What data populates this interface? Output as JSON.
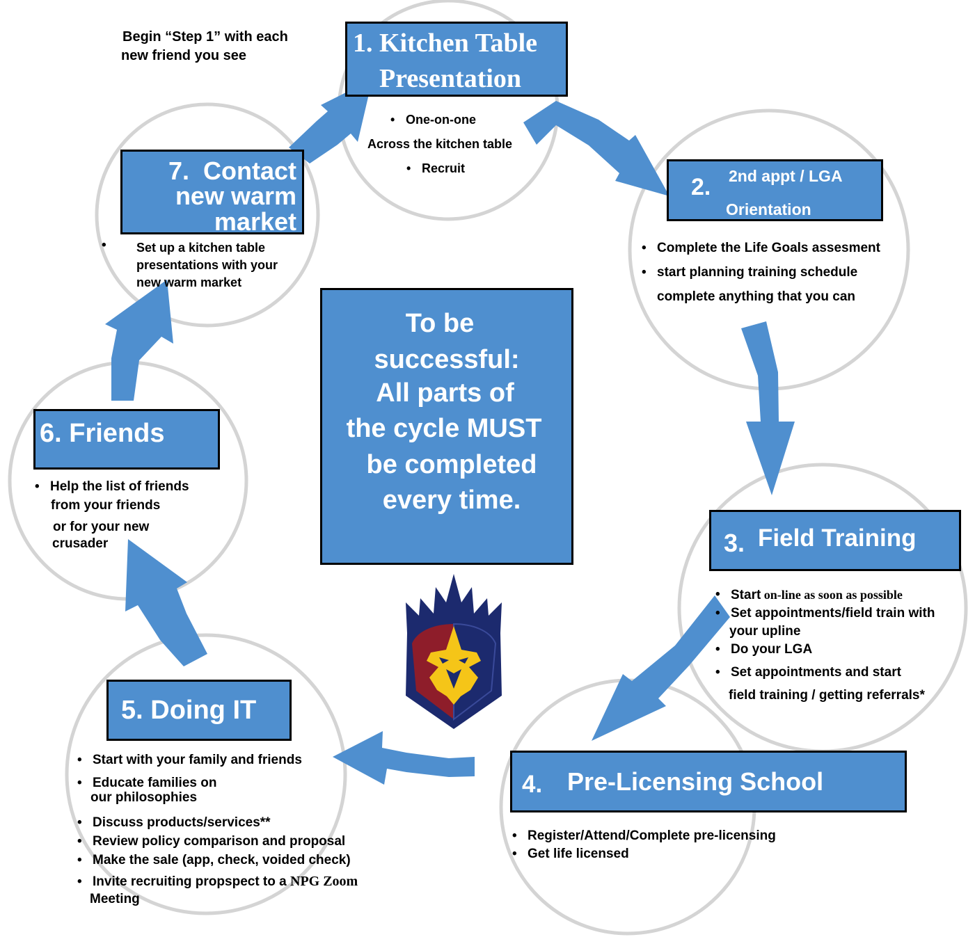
{
  "intro_note": [
    "Begin “Step 1” with each",
    "new  friend you see"
  ],
  "center_message": [
    "To be",
    "successful:",
    "All parts of",
    "the cycle MUST",
    "be completed",
    "every time."
  ],
  "logo_icon": "lion-crest-shield",
  "colors": {
    "box_blue": "#4f8fcf",
    "arrow_blue": "#4f8fcf",
    "circle_gray": "#d4d4d4",
    "logo_navy": "#1c2a6e",
    "logo_red": "#8e1d2a",
    "logo_gold": "#f5c518"
  },
  "steps": {
    "step1": {
      "title_lines": [
        "1. Kitchen Table",
        "Presentation"
      ],
      "items": [
        "One-on-one",
        "Across the  kitchen table",
        "Recruit"
      ]
    },
    "step2": {
      "num": "2.",
      "title_lines": [
        "2nd appt / LGA",
        "Orientation"
      ],
      "items": [
        "Complete the Life Goals assesment",
        "start planning training schedule",
        "complete anything that you can"
      ]
    },
    "step3": {
      "num": "3.",
      "title": "Field Training",
      "items": [
        {
          "bold": "Start",
          "rest": " on-line as soon as possible"
        },
        {
          "text": "Set appointments/field train with"
        },
        {
          "text": "your upline"
        },
        {
          "text": "Do your LGA"
        },
        {
          "text": "Set appointments and start"
        },
        {
          "text": "field training / getting referrals*"
        }
      ]
    },
    "step4": {
      "num": "4.",
      "title": "Pre-Licensing School",
      "items": [
        "Register/Attend/Complete pre-licensing",
        "Get life licensed"
      ]
    },
    "step5": {
      "title": "5. Doing IT",
      "items": [
        "Start with your family and friends",
        "Educate families on",
        "our philosophies",
        "Discuss products/services**",
        "Review policy comparison and proposal",
        "Make the sale (app, check, voided check)",
        {
          "plain": "Invite recruiting propspect to a ",
          "serif": "NPG Zoom"
        },
        "Meeting"
      ]
    },
    "step6": {
      "title": "6. Friends",
      "items": [
        "Help the list of friends",
        "from your friends",
        "or for your new",
        "crusader"
      ]
    },
    "step7": {
      "title_lines": [
        "7.  Contact",
        "new warm",
        "market"
      ],
      "items": [
        "Set up a kitchen table",
        "presentations with your",
        "new warm market"
      ]
    }
  }
}
